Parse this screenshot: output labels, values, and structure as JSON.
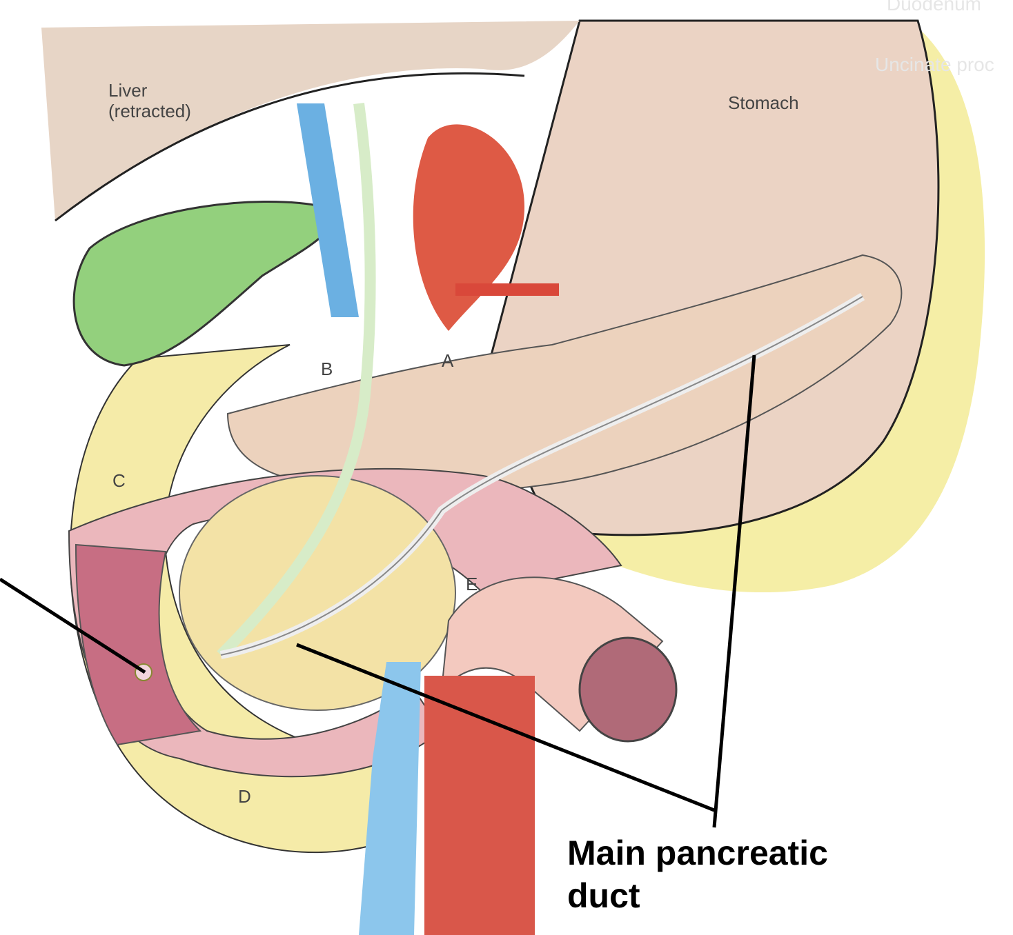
{
  "labels": {
    "liver": "Liver\n(retracted)",
    "liver_line1": "Liver",
    "liver_line2": "(retracted)",
    "stomach": "Stomach",
    "a": "A",
    "b": "B",
    "c": "C",
    "d": "D",
    "e": "E"
  },
  "background_labels": {
    "duodenum": "Duodenum",
    "uncinate": "Uncinate proc"
  },
  "callout": {
    "line1": "Main pancreatic",
    "line2": "duct"
  },
  "colors": {
    "stomach": "#e9cfc0",
    "fat": "#f4ec9c",
    "pancreas": "#ecd0bb",
    "gallbladder": "#8fd07a",
    "duodenum": "#eab3b8",
    "vein": "#5aa8e0",
    "artery": "#d9483a",
    "duct": "#dbeed0"
  }
}
